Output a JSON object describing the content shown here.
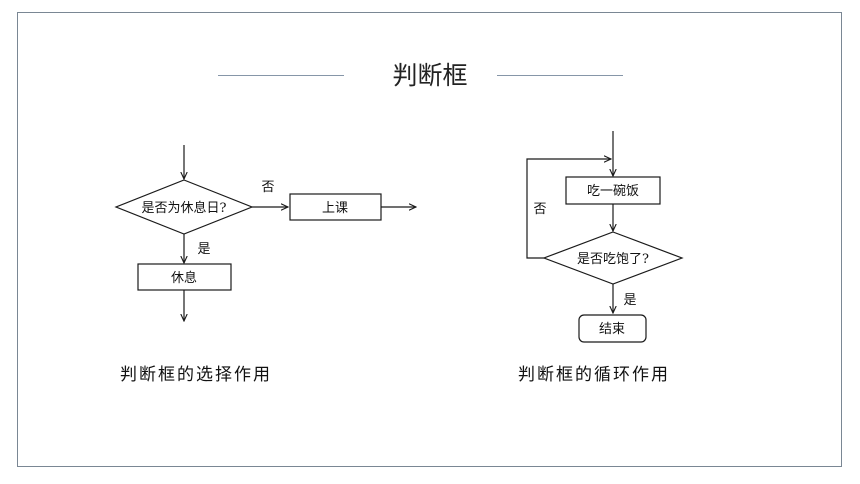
{
  "title": "判断框",
  "left_diagram": {
    "decision": "是否为休息日?",
    "yes_label": "是",
    "no_label": "否",
    "yes_box": "休息",
    "no_box": "上课",
    "caption": "判断框的选择作用"
  },
  "right_diagram": {
    "process": "吃一碗饭",
    "decision": "是否吃饱了?",
    "no_label": "否",
    "yes_label": "是",
    "end": "结束",
    "caption": "判断框的循环作用"
  },
  "colors": {
    "frame": "#7a8794",
    "title_rule": "#8696a8",
    "stroke": "#1a1a1a"
  }
}
